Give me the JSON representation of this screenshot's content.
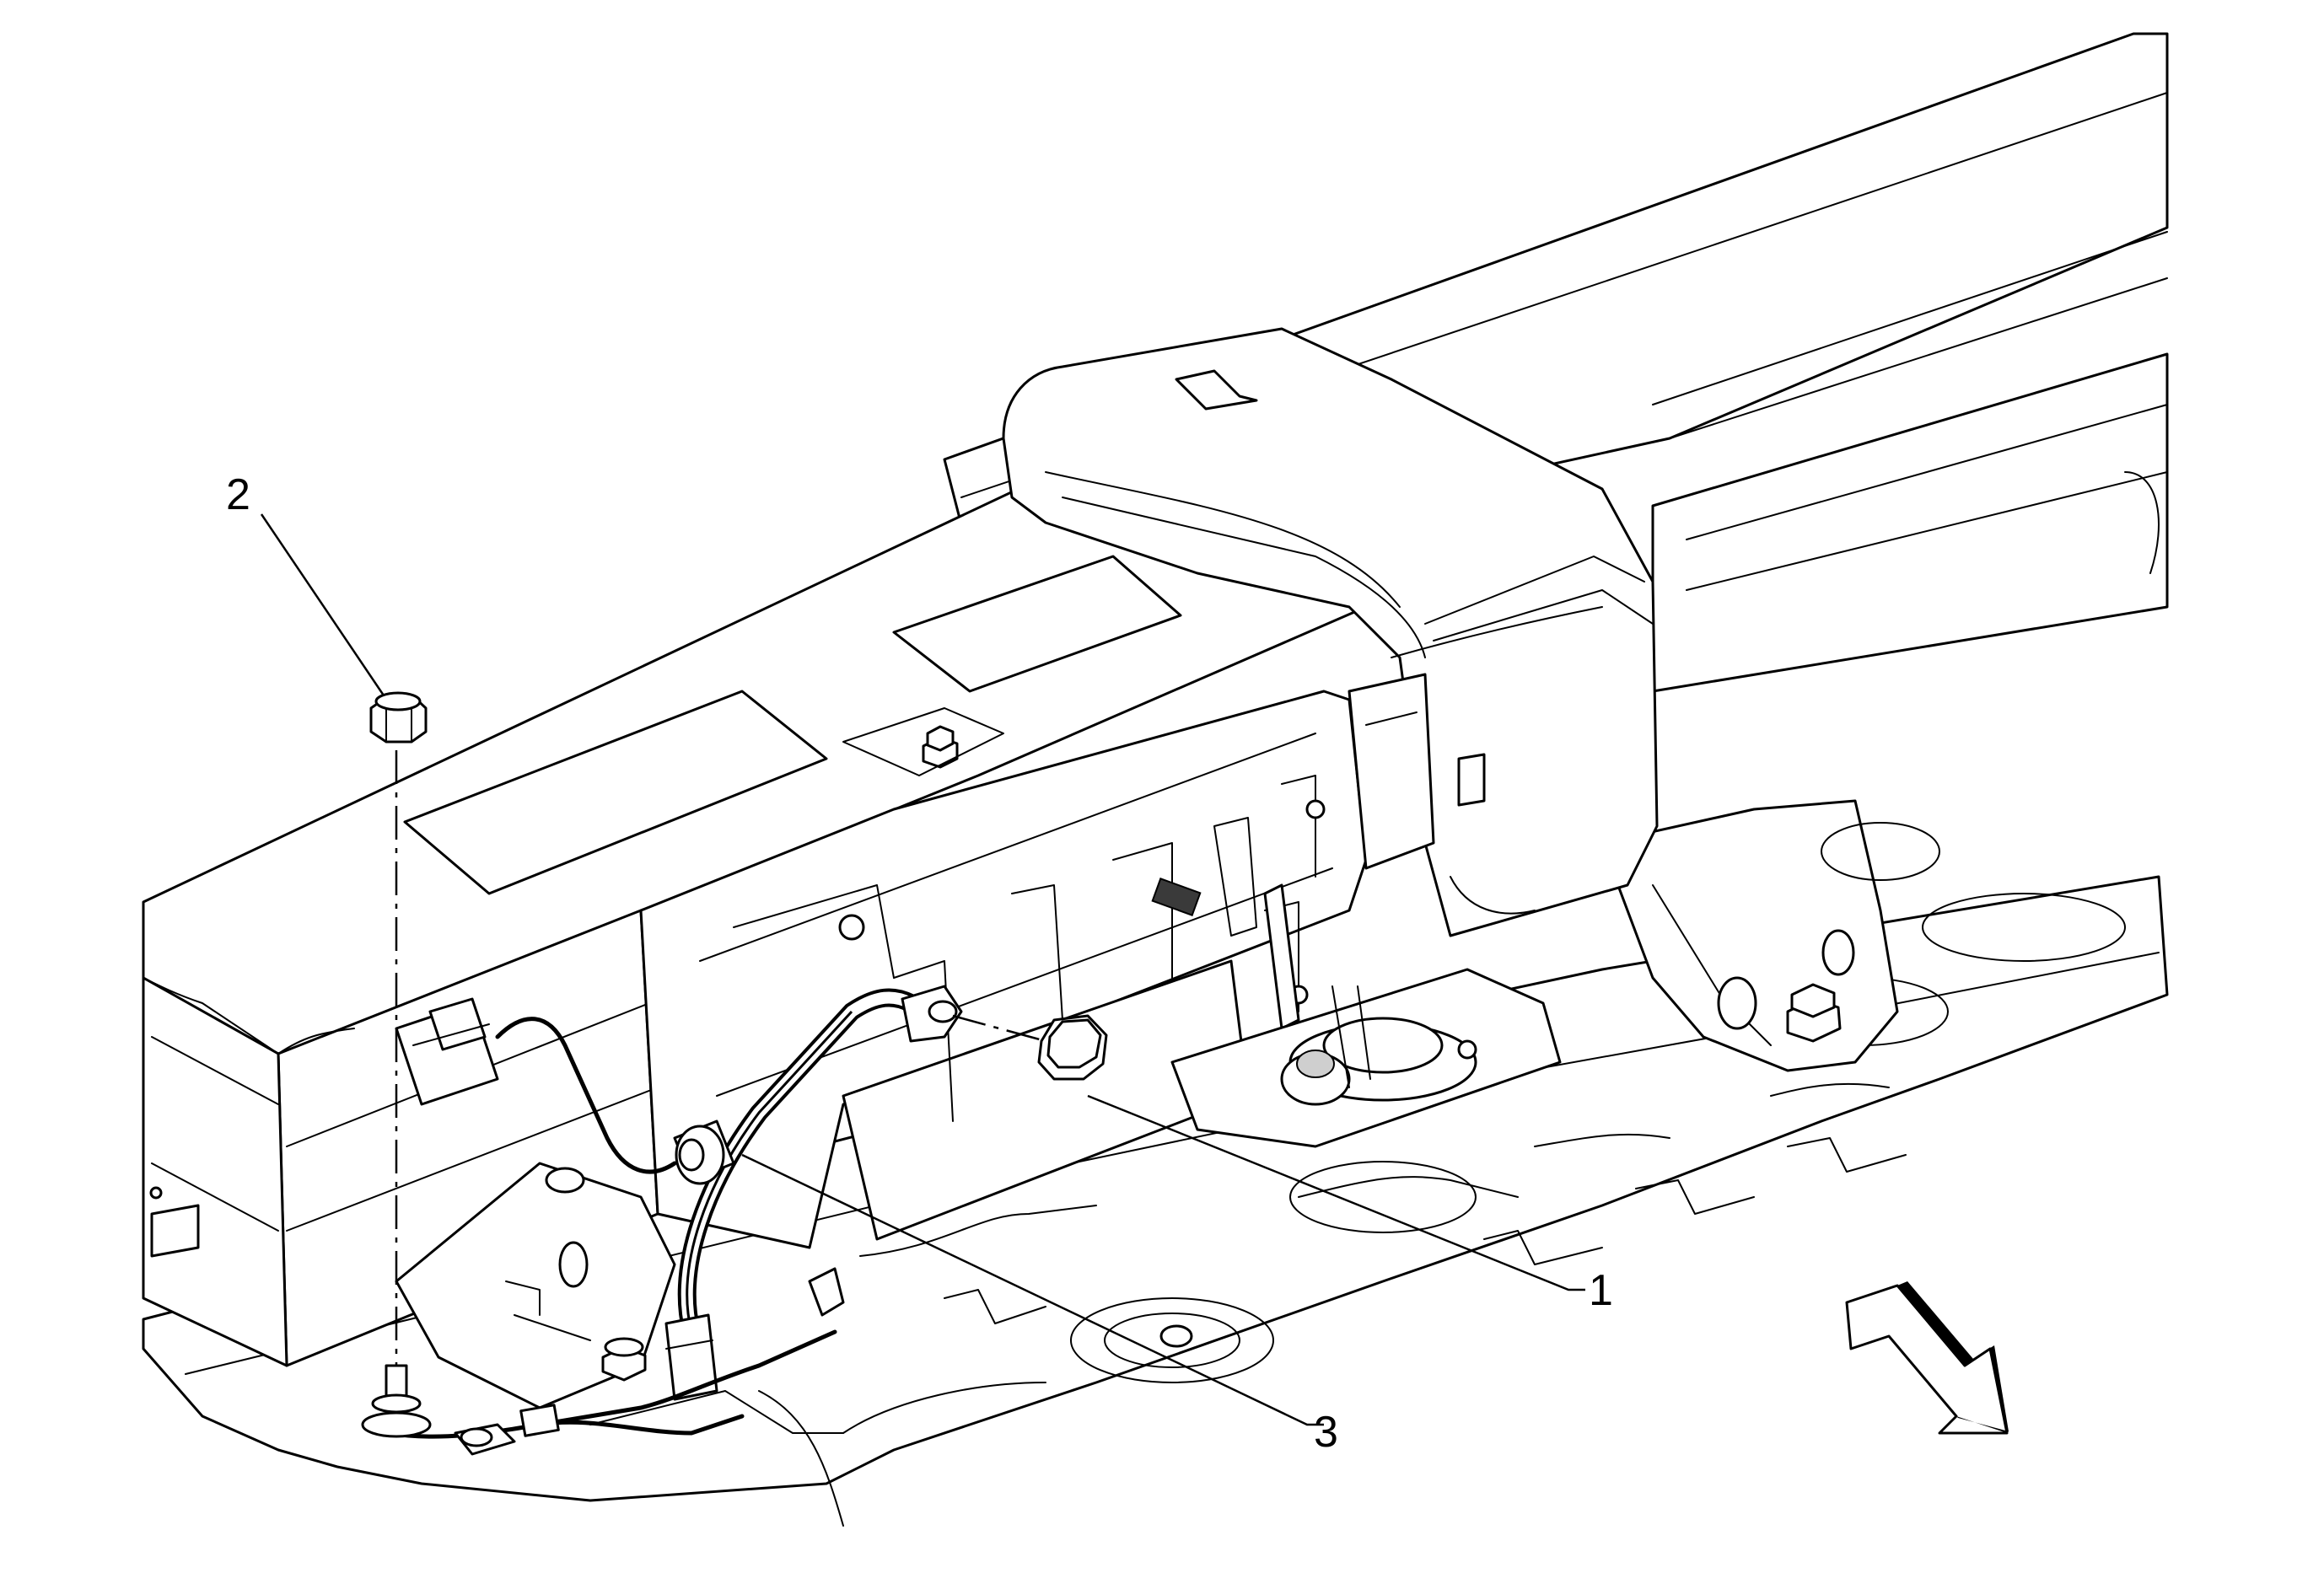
{
  "callouts": [
    {
      "id": "1",
      "label": "1"
    },
    {
      "id": "2",
      "label": "2"
    },
    {
      "id": "3",
      "label": "3"
    }
  ],
  "direction_arrow_icon": "front-direction-arrow-icon"
}
